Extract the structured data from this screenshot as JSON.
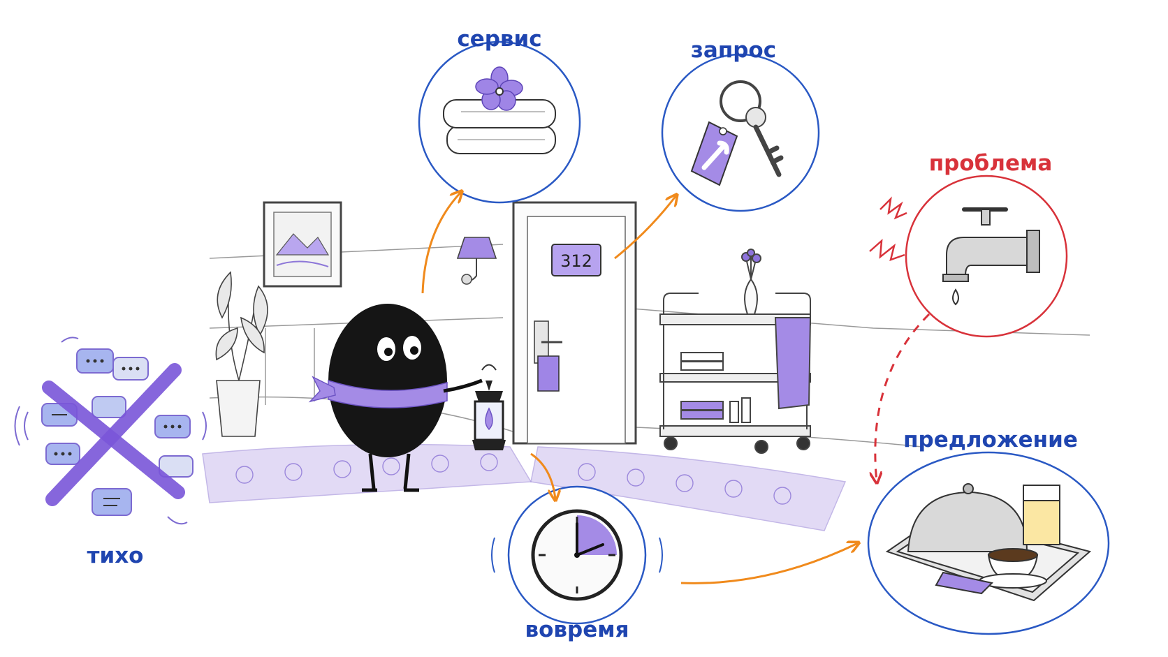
{
  "labels": {
    "service": "сервис",
    "request": "запрос",
    "problem": "проблема",
    "offer": "предложение",
    "quiet": "тихо",
    "on_time": "вовремя"
  },
  "room_number": "312",
  "colors": {
    "label_blue": "#1f45b0",
    "label_red": "#d8323a",
    "circle_blue": "#2a59c4",
    "circle_red": "#d8323a",
    "arrow_orange": "#f08a1c",
    "accent_purple": "#8c6be0",
    "ink": "#1b1b1b"
  },
  "icons": [
    "towel-flower-icon",
    "key-tag-icon",
    "dripping-faucet-icon",
    "clock-icon",
    "food-tray-icon",
    "muted-chat-icon",
    "lantern-icon"
  ]
}
